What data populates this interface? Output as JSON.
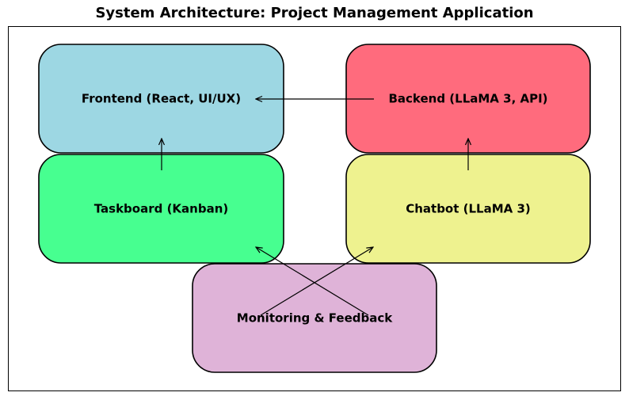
{
  "title": "System Architecture: Project Management Application",
  "nodes": [
    {
      "id": "frontend",
      "label": "Frontend (React, UI/UX)",
      "color": "#9dd7e3"
    },
    {
      "id": "backend",
      "label": "Backend (LLaMA 3, API)",
      "color": "#ff6b7d"
    },
    {
      "id": "taskboard",
      "label": "Taskboard (Kanban)",
      "color": "#47ff90"
    },
    {
      "id": "chatbot",
      "label": "Chatbot (LLaMA 3)",
      "color": "#eef28f"
    },
    {
      "id": "monitoring",
      "label": "Monitoring & Feedback",
      "color": "#dfb3d8"
    }
  ],
  "edges": [
    {
      "from": "backend",
      "to": "frontend"
    },
    {
      "from": "taskboard",
      "to": "frontend"
    },
    {
      "from": "chatbot",
      "to": "backend"
    },
    {
      "from": "monitoring",
      "to": "taskboard"
    },
    {
      "from": "monitoring",
      "to": "chatbot"
    }
  ]
}
